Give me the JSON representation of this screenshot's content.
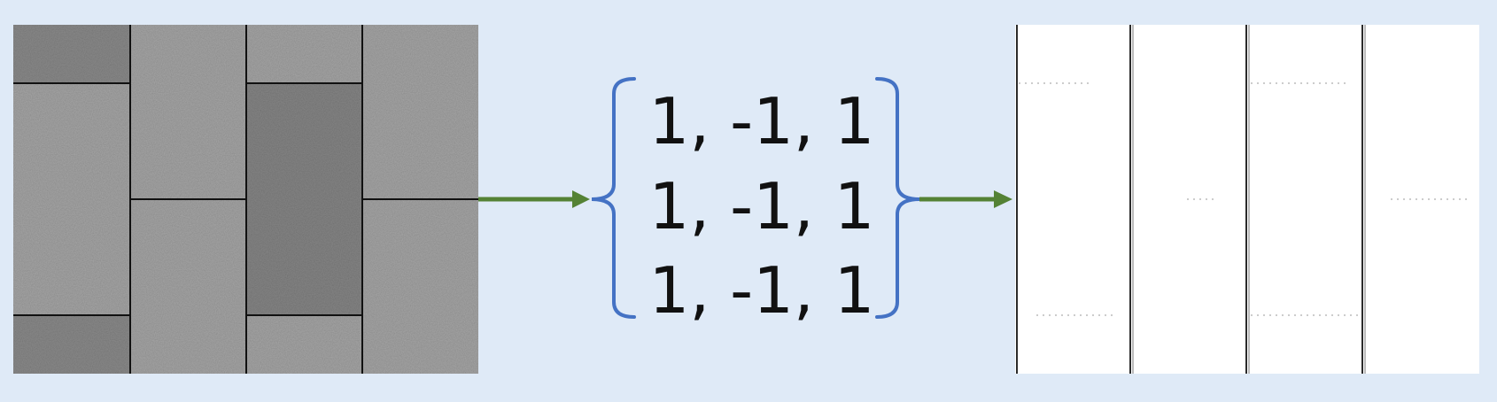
{
  "kernel": {
    "rows": [
      "1, -1, 1",
      "1, -1, 1",
      "1, -1, 1"
    ]
  },
  "colors": {
    "background": "#dfeaf7",
    "bracket": "#4472c4",
    "arrow": "#548235",
    "tile_light": "#a9a9a9",
    "tile_dark": "#8a8a8a",
    "grout": "#111111"
  }
}
